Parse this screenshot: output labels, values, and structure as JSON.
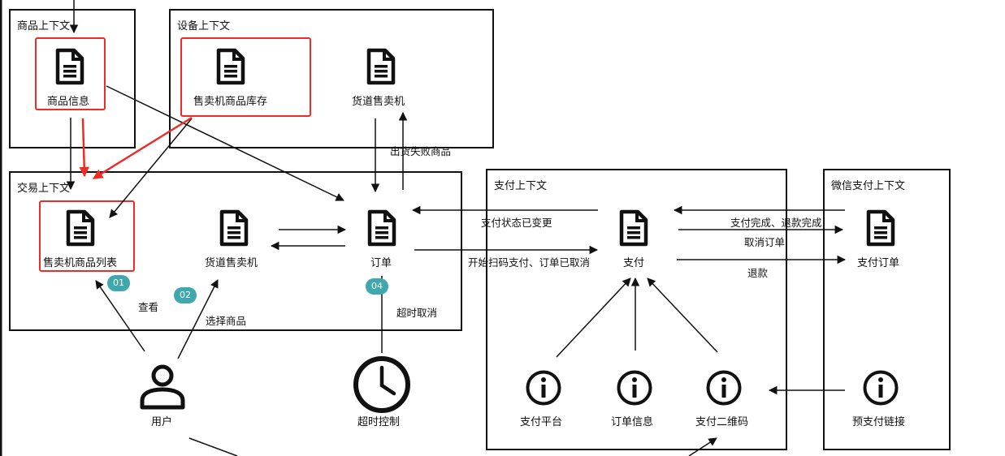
{
  "contexts": {
    "product": "商品上下文",
    "device": "设备上下文",
    "trade": "交易上下文",
    "payment": "支付上下文",
    "wechat": "微信支付上下文"
  },
  "nodes": {
    "product_info": "商品信息",
    "vending_inventory": "售卖机商品库存",
    "channel_vending_device": "货道售卖机",
    "vending_product_list": "售卖机商品列表",
    "channel_vending_trade": "货道售卖机",
    "order": "订单",
    "payment": "支付",
    "wechat_payment_order": "支付订单",
    "user": "用户",
    "timeout_control": "超时控制",
    "payment_platform": "支付平台",
    "order_info": "订单信息",
    "payment_qrcode": "支付二维码",
    "prepay_link": "预支付链接"
  },
  "edges": {
    "dispense": "出货失败商品",
    "payment_status_changed": "支付状态已变更",
    "start_payment_cancel": "开始扫码支付、订单已取消",
    "pay_refund_done": "支付完成、退款完成",
    "cancel_order": "取消订单",
    "refund": "退款",
    "view": "查看",
    "select_product": "选择商品",
    "timeout_cancel": "超时取消"
  },
  "badges": {
    "b01": "01",
    "b02": "02",
    "b04": "04"
  },
  "icons": {
    "doc": "document-icon",
    "info": "info-icon",
    "user": "user-icon",
    "clock": "clock-icon"
  },
  "colors": {
    "stroke": "#111111",
    "highlight": "#ee2b24",
    "badge": "#3fa8ac"
  }
}
